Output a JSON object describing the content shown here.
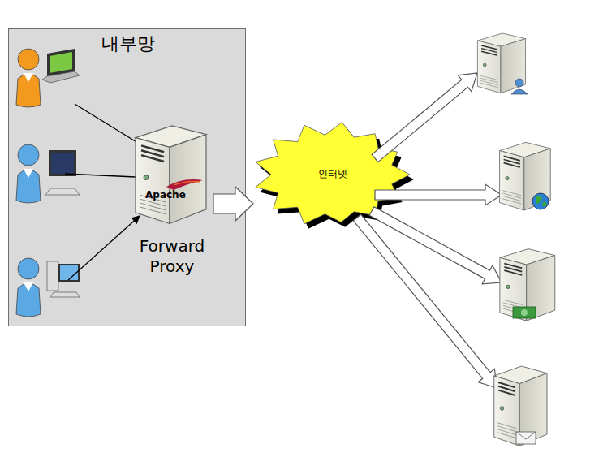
{
  "diagram": {
    "nodes": [
      {
        "text": [
          "내부망"
        ]
      },
      {
        "text": [
          "Apache",
          "Forward Proxy"
        ],
        "in": 0
      },
      {
        "text": [
          "인터넷"
        ]
      }
    ],
    "edges": [
      {
        "from": 1,
        "to": 2,
        "arrow": "to"
      }
    ]
  }
}
